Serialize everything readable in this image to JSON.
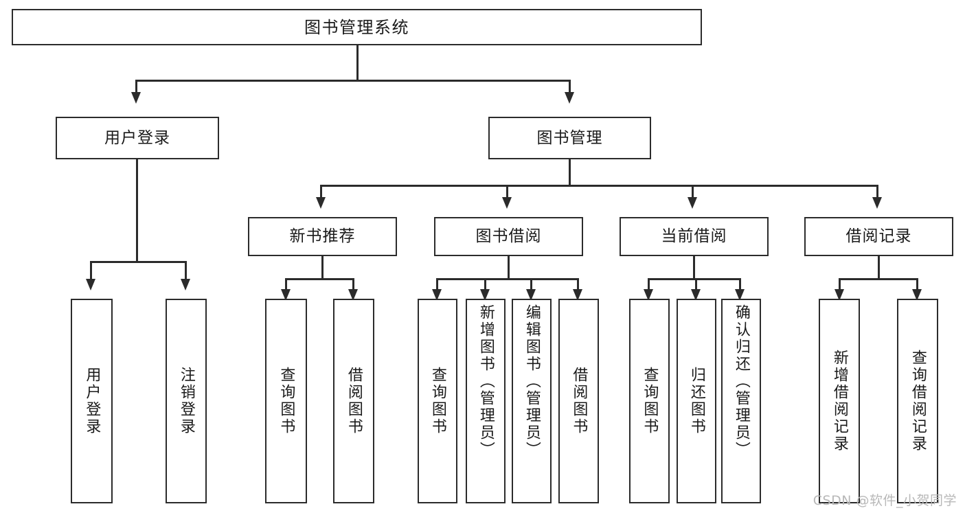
{
  "diagram": {
    "title": "图书管理系统",
    "watermark": "CSDN @软件_小贺同学",
    "nodes": {
      "root": "图书管理系统",
      "l2": {
        "user_login": "用户登录",
        "book_manage": "图书管理"
      },
      "l3": {
        "new_book_rec": "新书推荐",
        "book_borrow": "图书借阅",
        "current_borrow": "当前借阅",
        "borrow_record": "借阅记录"
      },
      "leaves": {
        "user_login_1": "用户登录",
        "user_login_2": "注销登录",
        "new_book_1": "查询图书",
        "new_book_2": "借阅图书",
        "borrow_1": "查询图书",
        "borrow_2": "新增图书（管理员）",
        "borrow_3": "编辑图书（管理员）",
        "borrow_4": "借阅图书",
        "current_1": "查询图书",
        "current_2": "归还图书",
        "current_3": "确认归还（管理员）",
        "record_1": "新增借阅记录",
        "record_2": "查询借阅记录"
      }
    },
    "colors": {
      "stroke": "#2b2b2b",
      "fill": "#ffffff",
      "text": "#1a1a1a",
      "watermark": "#b8b8b8"
    }
  }
}
